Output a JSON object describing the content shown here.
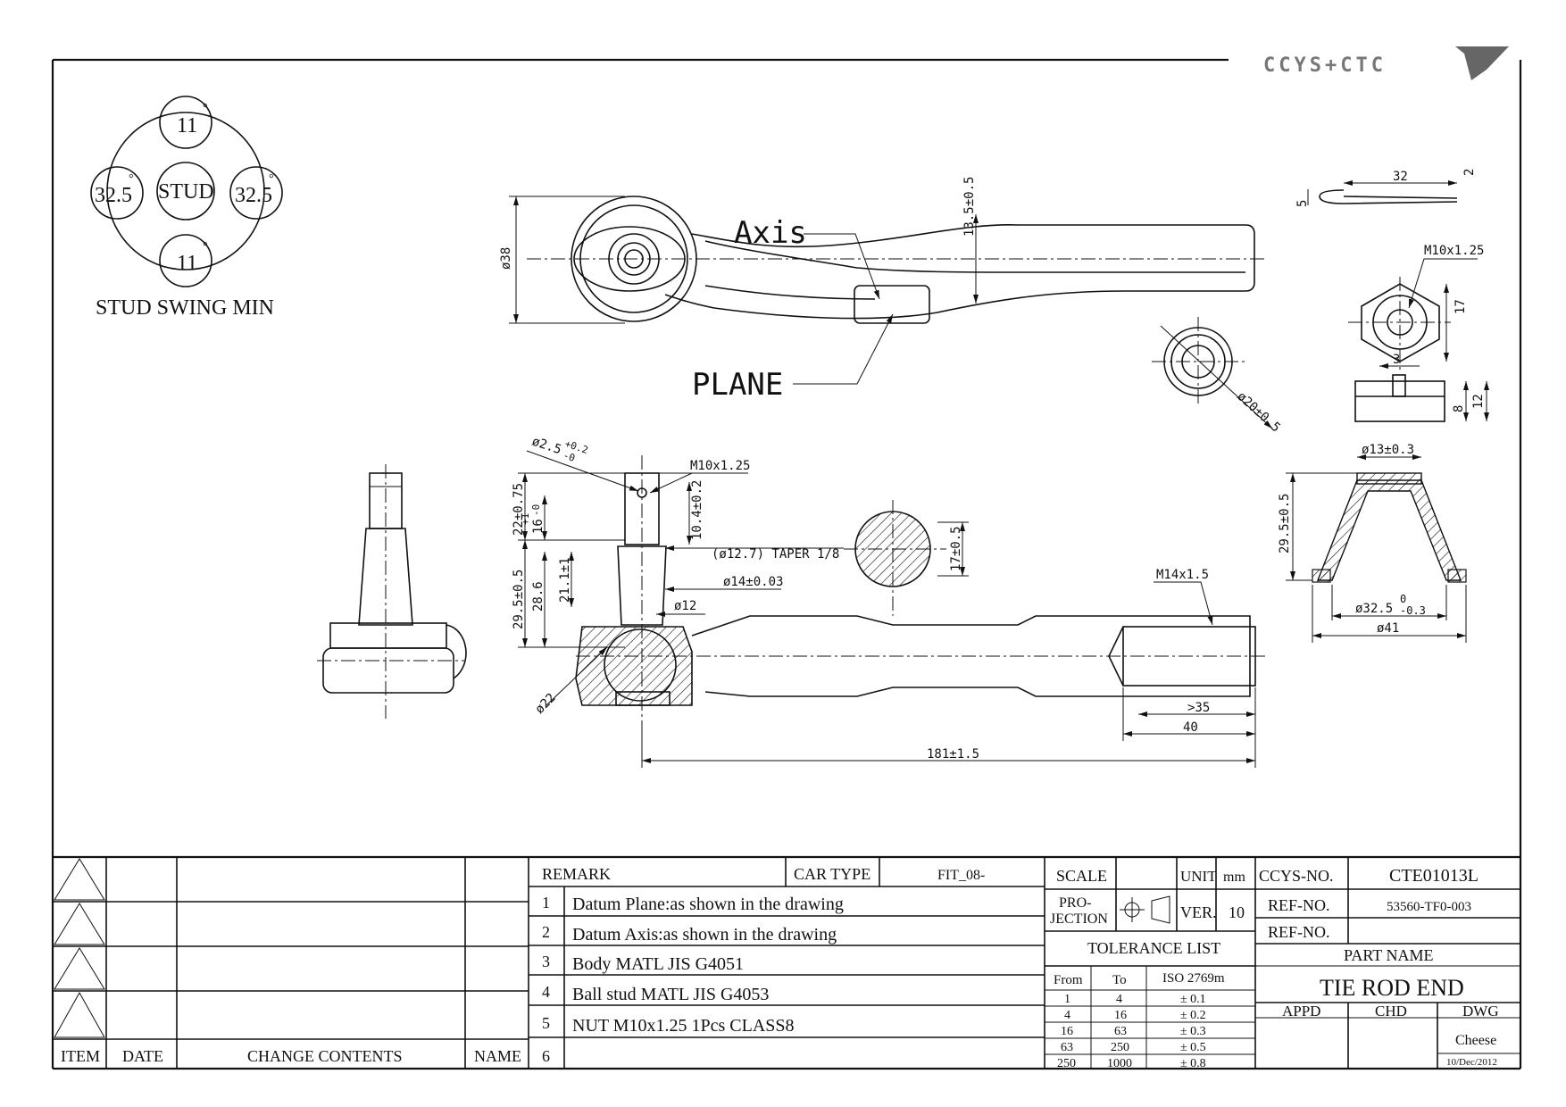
{
  "brand": {
    "logo_text": "CCYS+CTC"
  },
  "swing": {
    "top": "11",
    "bottom": "11",
    "left": "32.5",
    "right": "32.5",
    "center": "STUD",
    "degree": "°",
    "caption": "STUD SWING MIN"
  },
  "top_view": {
    "dia_overall": "ø38",
    "axis_label": "Axis",
    "plane_label": "PLANE",
    "offset_dim": "13.5±0.5",
    "nut_dia": "ø20±0.5"
  },
  "cotter_pin": {
    "length": "32",
    "height": "5",
    "tip": "2"
  },
  "nut_top": {
    "thread": "M10x1.25",
    "across": "17"
  },
  "nut_side": {
    "slot": "3",
    "height_full": "12",
    "height_hex": "8"
  },
  "side_view": {
    "pin_hole": "ø2.5",
    "pin_hole_tol_plus": "+0.2",
    "pin_hole_tol_minus": "-0",
    "stud_thread": "M10x1.25",
    "dim_22": "22±0.75",
    "dim_16": "16",
    "dim_16_tol_plus": "+1",
    "dim_16_tol_minus": "-0",
    "dim_104": "10.4±0.2",
    "taper": "(ø12.7) TAPER 1/8",
    "dim_295": "29.5±0.5",
    "dim_286": "28.6",
    "dim_211": "21.1±1",
    "dia_14": "ø14±0.03",
    "dia_12": "ø12",
    "dia_22": "ø22",
    "section_dim": "17±0.5",
    "thread_end": "M14x1.5",
    "len_35": ">35",
    "len_40": "40",
    "len_total": "181±1.5"
  },
  "boot": {
    "top_dia": "ø13±0.3",
    "height": "29.5±0.5",
    "bottom_dia": "ø32.5",
    "bottom_tol_plus": "0",
    "bottom_tol_minus": "-0.3",
    "outer_dia": "ø41"
  },
  "revision": {
    "headers": [
      "ITEM",
      "DATE",
      "CHANGE CONTENTS",
      "NAME"
    ]
  },
  "remarks": {
    "header": "REMARK",
    "car_type_label": "CAR TYPE",
    "car_type": "FIT_08-",
    "items": [
      {
        "no": "1",
        "text": "Datum Plane:as shown in the drawing"
      },
      {
        "no": "2",
        "text": "Datum Axis:as shown in the drawing"
      },
      {
        "no": "3",
        "text": "Body MATL JIS G4051"
      },
      {
        "no": "4",
        "text": "Ball stud MATL JIS G4053"
      },
      {
        "no": "5",
        "text": "NUT M10x1.25 1Pcs CLASS8"
      },
      {
        "no": "6",
        "text": ""
      }
    ]
  },
  "spec": {
    "scale_label": "SCALE",
    "unit_label": "UNIT",
    "unit": "mm",
    "projection_label_1": "PRO-",
    "projection_label_2": "JECTION",
    "ver_label": "VER.",
    "ver": "10",
    "tolerance_title": "TOLERANCE LIST",
    "tol_headers": [
      "From",
      "To",
      "ISO 2769m"
    ],
    "tol_rows": [
      [
        "1",
        "4",
        "± 0.1"
      ],
      [
        "4",
        "16",
        "± 0.2"
      ],
      [
        "16",
        "63",
        "± 0.3"
      ],
      [
        "63",
        "250",
        "± 0.5"
      ],
      [
        "250",
        "1000",
        "± 0.8"
      ]
    ]
  },
  "title_block": {
    "ccys_label": "CCYS-NO.",
    "ccys_no": "CTE01013L",
    "ref_label_1": "REF-NO.",
    "ref_no_1": "53560-TF0-003",
    "ref_label_2": "REF-NO.",
    "ref_no_2": "",
    "part_name_label": "PART NAME",
    "part_name": "TIE ROD END",
    "appd": "APPD",
    "chd": "CHD",
    "dwg": "DWG",
    "drawer": "Cheese",
    "date": "10/Dec/2012"
  }
}
